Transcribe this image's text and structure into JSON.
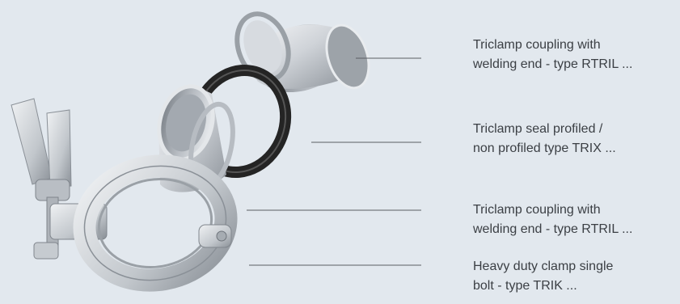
{
  "callouts": [
    {
      "line1": "Triclamp coupling with",
      "line2": "welding end - type RTRIL ..."
    },
    {
      "line1": "Triclamp seal profiled /",
      "line2": "non profiled type TRIX ..."
    },
    {
      "line1": "Triclamp coupling with",
      "line2": "welding end - type RTRIL ..."
    },
    {
      "line1": "Heavy duty clamp single",
      "line2": "bolt - type TRIK ..."
    }
  ],
  "colors": {
    "background": "#e2e8ee",
    "metal_light": "#eef0f2",
    "metal_mid": "#c6cacf",
    "metal_dark": "#8e949b",
    "seal": "#2a2a2a",
    "leader_line": "#5a5e63",
    "text": "#3b3f44"
  },
  "icons": [
    "top-ferrule-icon",
    "seal-gasket-icon",
    "bottom-ferrule-icon",
    "clamp-icon"
  ]
}
